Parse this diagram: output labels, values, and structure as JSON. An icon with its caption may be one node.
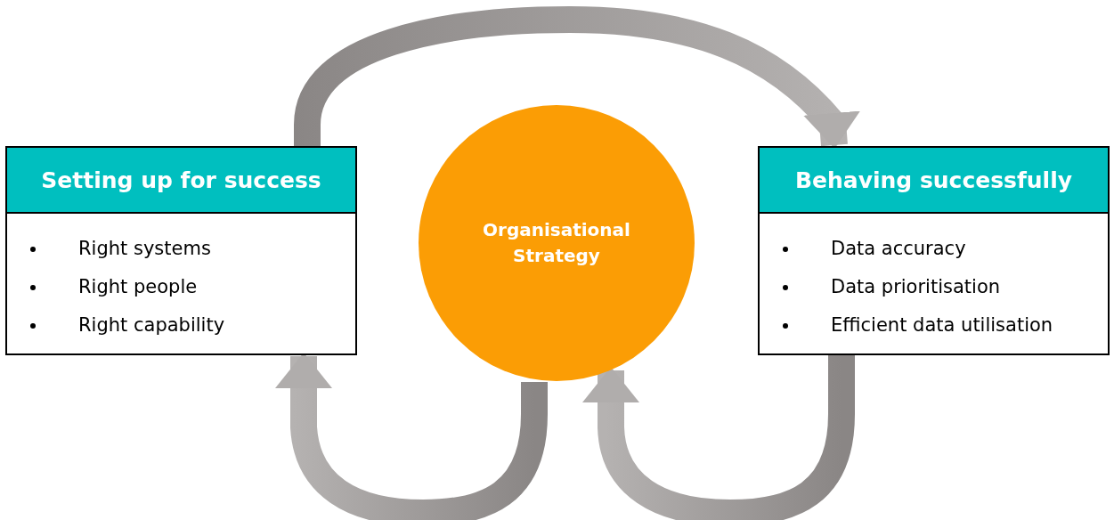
{
  "diagram": {
    "nodes": [
      {
        "text": [
          "Setting up for success",
          "Right systems",
          "Right people",
          "Right capability"
        ]
      },
      {
        "text": [
          "Organisational Strategy"
        ]
      },
      {
        "text": [
          "Behaving successfully",
          "Data accuracy",
          "Data prioritisation",
          "Efficient data utilisation"
        ]
      }
    ],
    "edges": [
      {
        "from": 0,
        "to": 2,
        "arrow": "to"
      },
      {
        "from": 1,
        "to": 0,
        "arrow": "to"
      },
      {
        "from": 2,
        "to": 1,
        "arrow": "to"
      }
    ]
  }
}
